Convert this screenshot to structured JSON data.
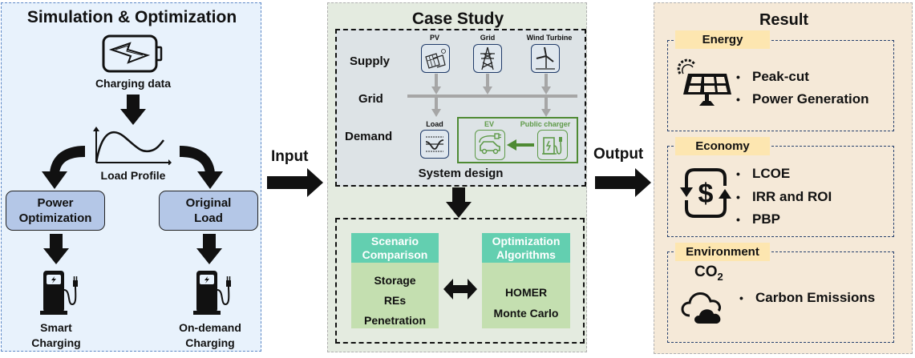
{
  "simulation": {
    "title": "Simulation & Optimization",
    "charging_data_label": "Charging data",
    "load_profile_label": "Load Profile",
    "left_box": [
      "Power",
      "Optimization"
    ],
    "right_box": [
      "Original",
      "Load"
    ],
    "left_outcome": [
      "Smart",
      "Charging"
    ],
    "right_outcome": [
      "On-demand",
      "Charging"
    ],
    "icons": [
      "battery-icon",
      "load-curve-icon",
      "charging-station-icon"
    ]
  },
  "connectors": {
    "input_label": "Input",
    "output_label": "Output"
  },
  "case_study": {
    "title": "Case Study",
    "rows": [
      "Supply",
      "Grid",
      "Demand"
    ],
    "supply_nodes": [
      "PV",
      "Grid",
      "Wind Turbine"
    ],
    "demand_nodes": {
      "load": "Load",
      "ev": "EV",
      "public_charger": "Public charger"
    },
    "system_design_label": "System design",
    "scenario": {
      "header": [
        "Scenario",
        "Comparison"
      ],
      "items": [
        "Storage",
        "REs",
        "Penetration"
      ]
    },
    "algorithms": {
      "header": [
        "Optimization",
        "Algorithms"
      ],
      "items": [
        "HOMER",
        "Monte Carlo"
      ]
    },
    "colors": {
      "teal": "#63cfb0",
      "light_green": "#c4dfb0",
      "ev_green": "#4e8a33"
    }
  },
  "result": {
    "title": "Result",
    "sections": [
      {
        "tag": "Energy",
        "icon": "solar-panel-icon",
        "items": [
          "Peak-cut",
          "Power Generation"
        ]
      },
      {
        "tag": "Economy",
        "icon": "dollar-cycle-icon",
        "items": [
          "LCOE",
          "IRR and ROI",
          "PBP"
        ]
      },
      {
        "tag": "Environment",
        "icon": "co2-cloud-icon",
        "items": [
          "Carbon Emissions"
        ]
      }
    ],
    "co2_label": "CO",
    "co2_sub": "2"
  }
}
